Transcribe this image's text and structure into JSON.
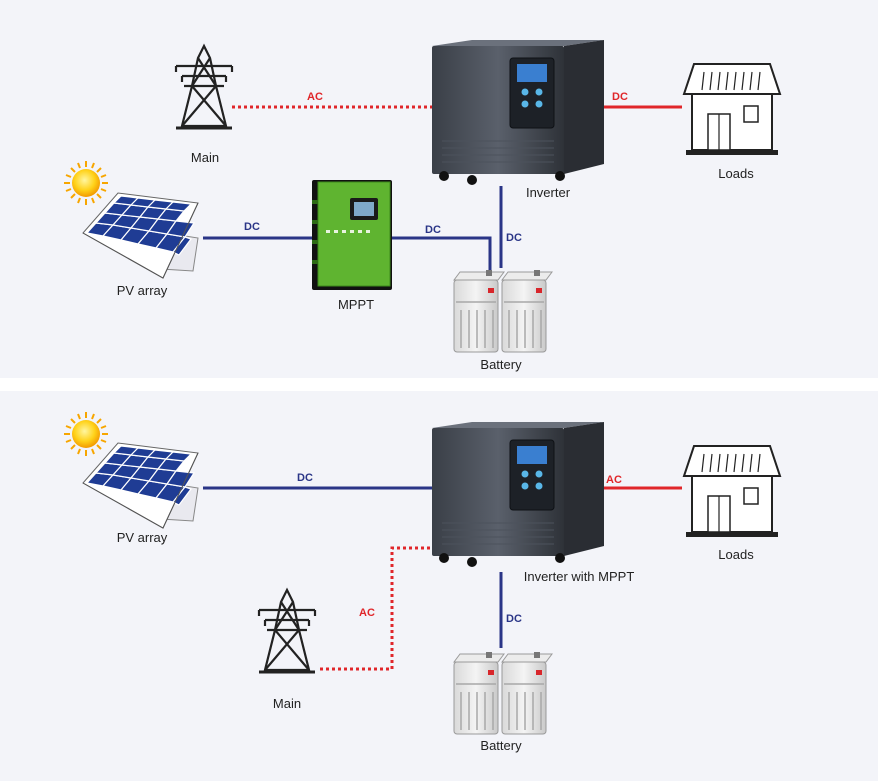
{
  "diagram_top": {
    "main_label": "Main",
    "pv_label": "PV  array",
    "mppt_label": "MPPT",
    "inverter_label": "Inverter",
    "battery_label": "Battery",
    "loads_label": "Loads",
    "wire_main_inverter": "AC",
    "wire_inverter_loads": "DC",
    "wire_pv_mppt": "DC",
    "wire_mppt_battery": "DC",
    "wire_inverter_battery": "DC"
  },
  "diagram_bottom": {
    "pv_label": "PV  array",
    "inverter_label": "Inverter with MPPT",
    "loads_label": "Loads",
    "main_label": "Main",
    "battery_label": "Battery",
    "wire_pv_inverter": "DC",
    "wire_inverter_loads": "AC",
    "wire_main_inverter": "AC",
    "wire_inverter_battery": "DC"
  },
  "colors": {
    "ac_wire": "#e0262a",
    "dc_wire": "#2a3587",
    "panel_bg": "#f3f4f9"
  },
  "icons": [
    "transmission-tower-icon",
    "solar-panel-icon",
    "sun-icon",
    "inverter-icon",
    "mppt-controller-icon",
    "battery-icon",
    "house-icon"
  ]
}
